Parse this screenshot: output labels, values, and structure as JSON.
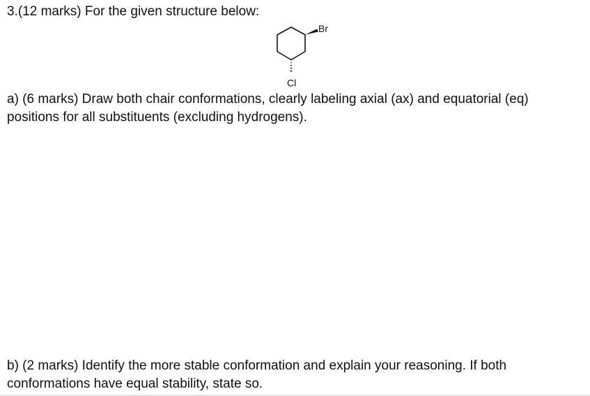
{
  "question": {
    "title": "3.(12 marks) For the given structure below:"
  },
  "structure": {
    "substituent_top": "Br",
    "substituent_bottom": "Cl",
    "wedge_bond": "wedge",
    "hash_bond": "hash"
  },
  "part_a": {
    "line1": "a) (6 marks) Draw both chair conformations, clearly labeling axial (ax) and equatorial (eq)",
    "line2": "positions for all substituents (excluding hydrogens)."
  },
  "part_b": {
    "line1": "b) (2 marks) Identify the more stable conformation and explain your reasoning. If both",
    "line2": "conformations have equal stability, state so."
  }
}
